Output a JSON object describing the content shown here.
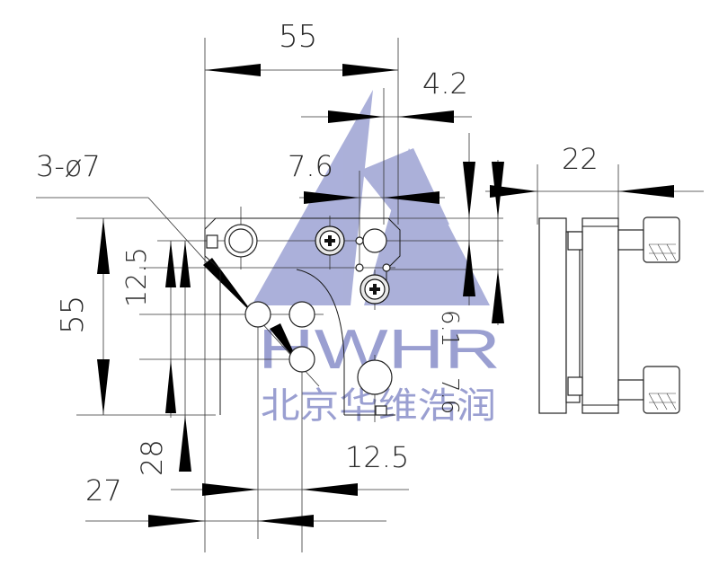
{
  "dimensions": {
    "top_width": "55",
    "offset_top": "4.2",
    "holes": "3-ø7",
    "offset_mid": "7.6",
    "side_width": "22",
    "left_height": "55",
    "left_inner": "12.5",
    "right_a": "6.1",
    "right_b": "7.6",
    "bottom_mid": "12.5",
    "bottom_left_v": "28",
    "bottom_left_h": "27"
  },
  "watermark": {
    "brand": "HWHR",
    "company": "北京华维浩润"
  },
  "colors": {
    "watermark": "#9a9fd1",
    "line": "#1a1a1a"
  }
}
